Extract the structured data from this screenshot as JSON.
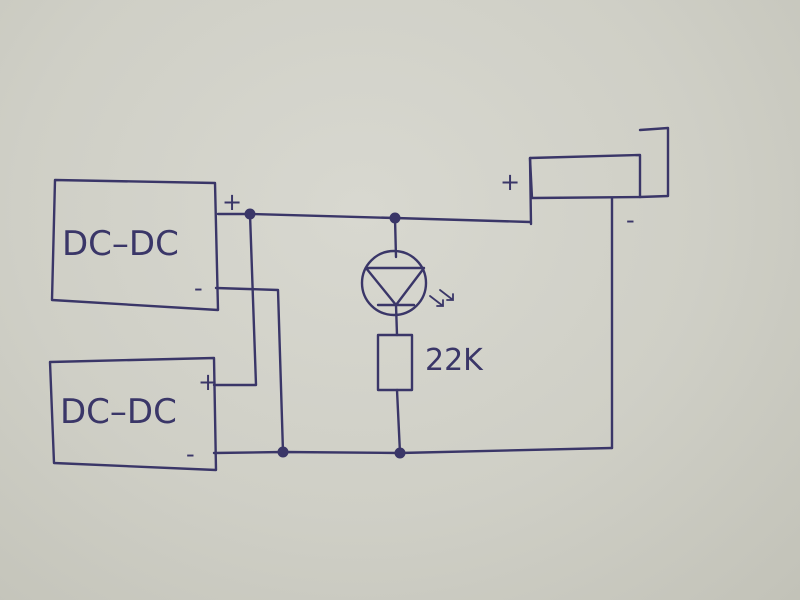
{
  "diagram": {
    "converter_top": {
      "label": "DC–DC",
      "plus": "+",
      "minus": "-"
    },
    "converter_bottom": {
      "label": "DC–DC",
      "plus": "+",
      "minus": "-"
    },
    "resistor": {
      "label": "22K"
    },
    "output_connector": {
      "plus": "+",
      "minus": "-"
    }
  }
}
